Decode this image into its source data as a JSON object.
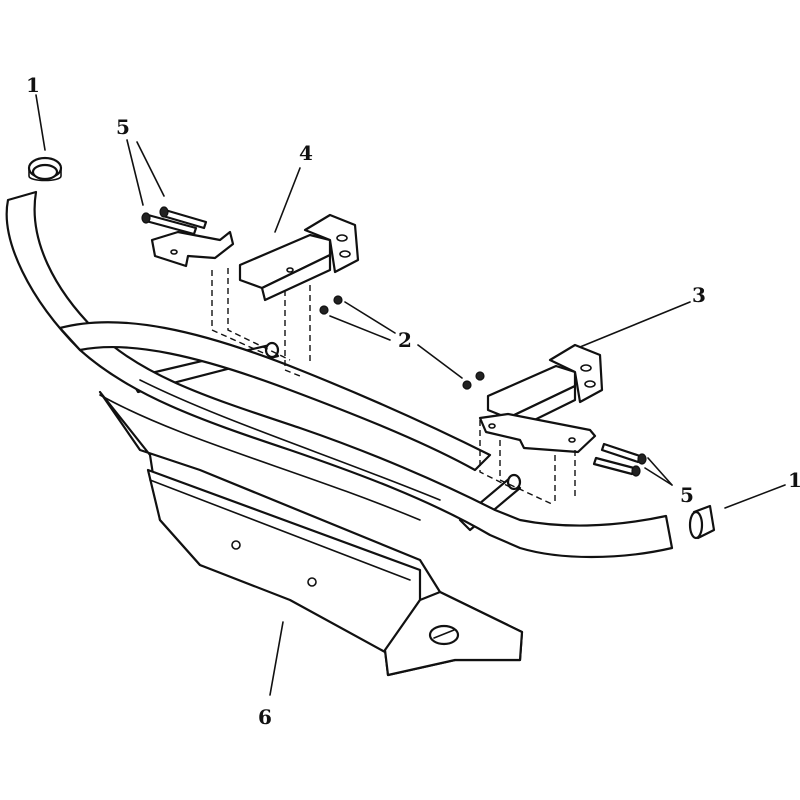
{
  "callouts": {
    "bumper_end_cap_left": "1",
    "bumper_end_cap_right": "1",
    "nuts": "2",
    "right_mounting_bracket": "3",
    "left_mounting_bracket": "4",
    "bolts_left": "5",
    "bolts_right": "5",
    "front_bumper_weight": "6"
  },
  "colors": {
    "line": "#111111",
    "background": "#ffffff"
  }
}
